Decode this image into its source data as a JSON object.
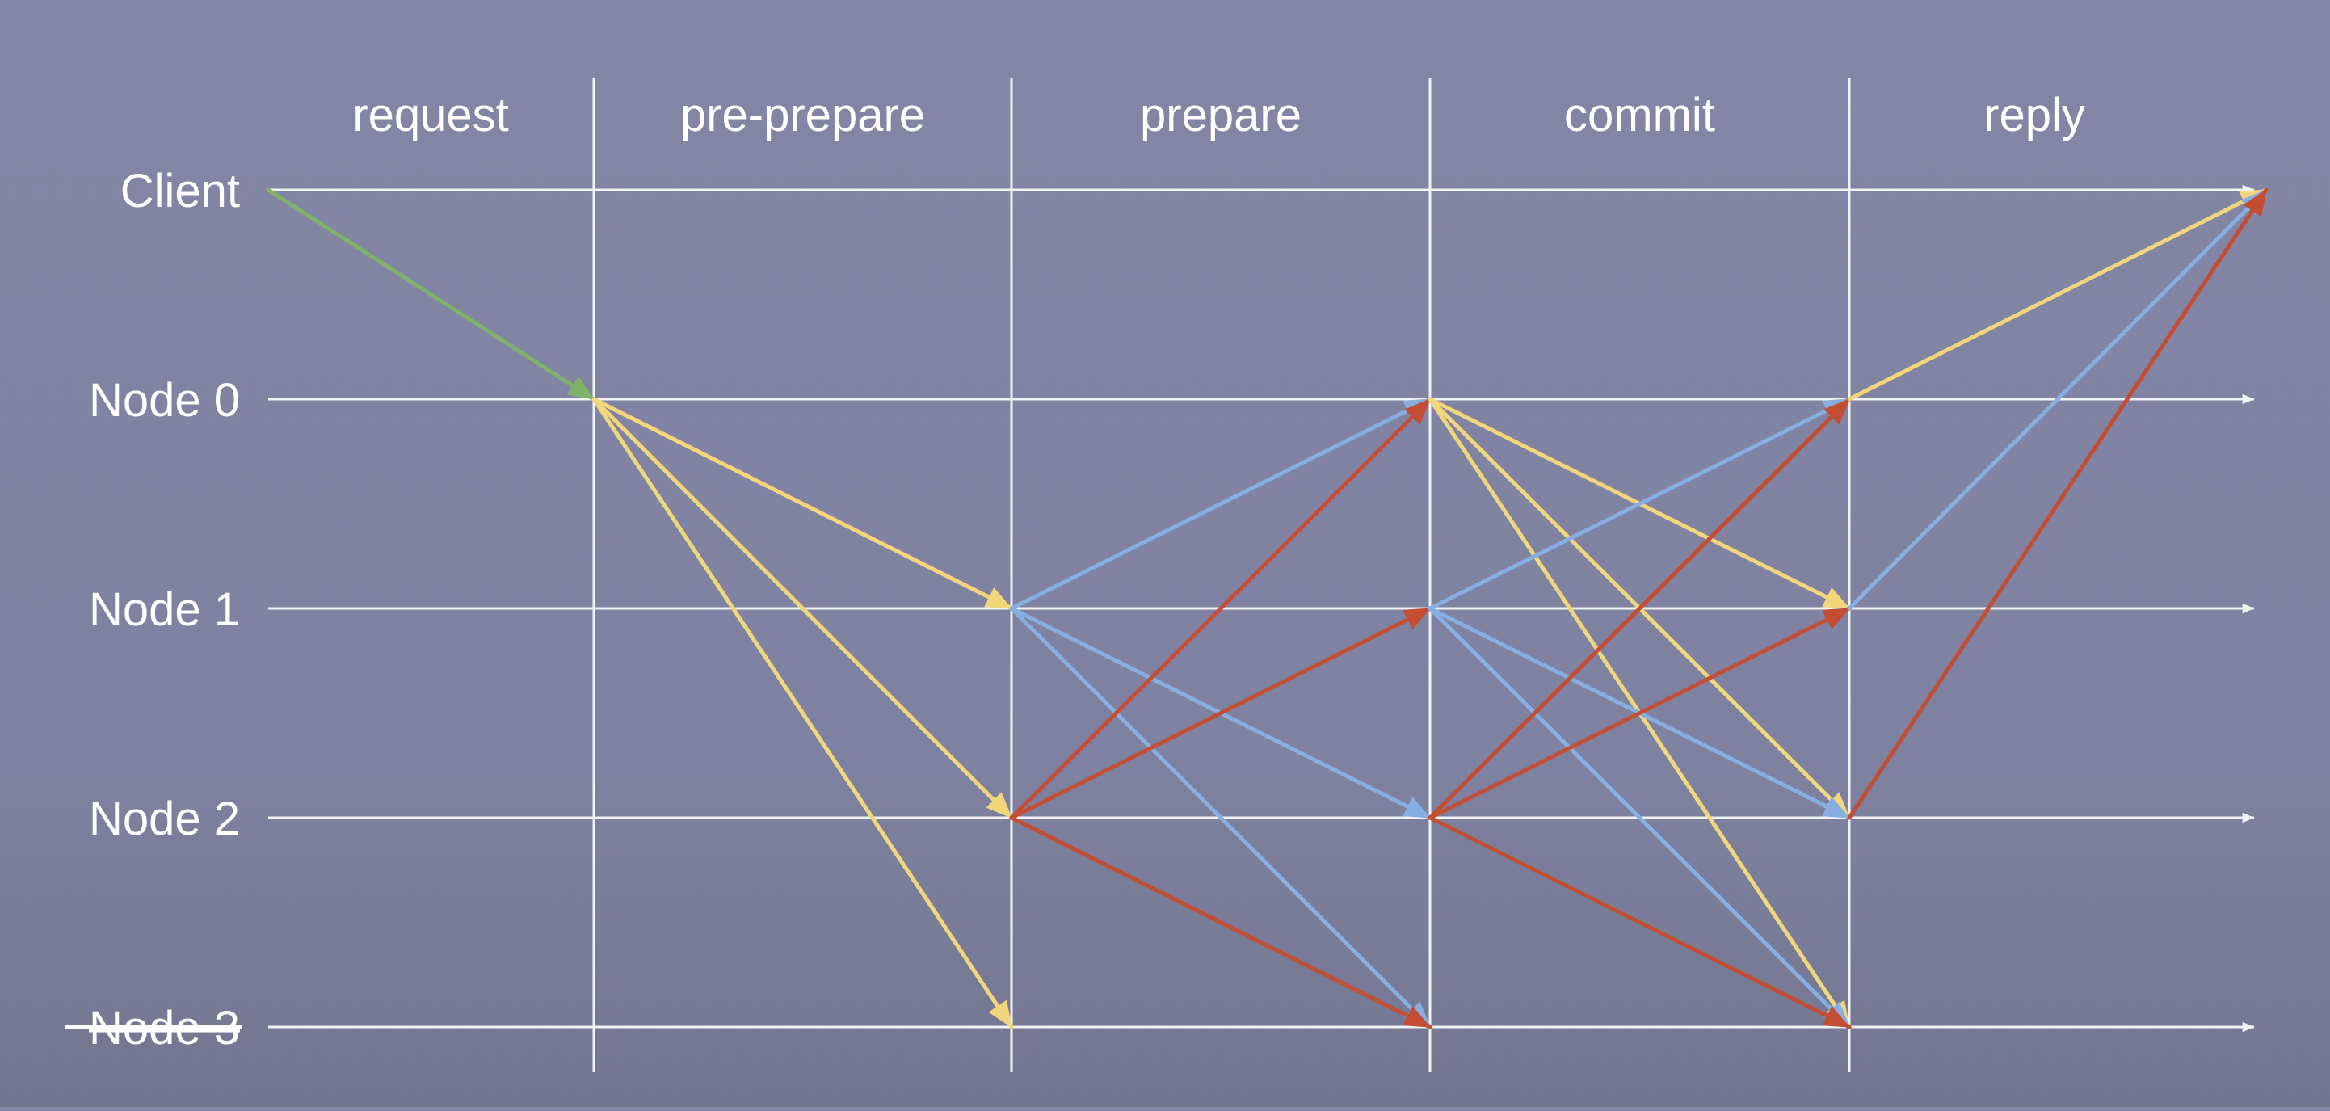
{
  "phases": [
    {
      "id": "request",
      "label": "request"
    },
    {
      "id": "pre-prepare",
      "label": "pre-prepare"
    },
    {
      "id": "prepare",
      "label": "prepare"
    },
    {
      "id": "commit",
      "label": "commit"
    },
    {
      "id": "reply",
      "label": "reply"
    }
  ],
  "participants": [
    {
      "id": "client",
      "label": "Client",
      "faulty": false
    },
    {
      "id": "node-0",
      "label": "Node 0",
      "faulty": false
    },
    {
      "id": "node-1",
      "label": "Node 1",
      "faulty": false
    },
    {
      "id": "node-2",
      "label": "Node 2",
      "faulty": false
    },
    {
      "id": "node-3",
      "label": "Node 3",
      "faulty": true
    }
  ],
  "colors": {
    "request": "#7fb16a",
    "node0": "#f2d67c",
    "node1": "#86aee0",
    "node2": "#c34e33",
    "grid": "#f1f2f6"
  },
  "messages": [
    {
      "from": "client",
      "to": "node-0",
      "phase": 0,
      "color": "request"
    },
    {
      "from": "node-0",
      "to": "node-1",
      "phase": 1,
      "color": "node0"
    },
    {
      "from": "node-0",
      "to": "node-2",
      "phase": 1,
      "color": "node0"
    },
    {
      "from": "node-0",
      "to": "node-3",
      "phase": 1,
      "color": "node0"
    },
    {
      "from": "node-1",
      "to": "node-0",
      "phase": 2,
      "color": "node1"
    },
    {
      "from": "node-1",
      "to": "node-2",
      "phase": 2,
      "color": "node1"
    },
    {
      "from": "node-1",
      "to": "node-3",
      "phase": 2,
      "color": "node1"
    },
    {
      "from": "node-2",
      "to": "node-0",
      "phase": 2,
      "color": "node2"
    },
    {
      "from": "node-2",
      "to": "node-1",
      "phase": 2,
      "color": "node2"
    },
    {
      "from": "node-2",
      "to": "node-3",
      "phase": 2,
      "color": "node2"
    },
    {
      "from": "node-0",
      "to": "node-1",
      "phase": 3,
      "color": "node0"
    },
    {
      "from": "node-0",
      "to": "node-2",
      "phase": 3,
      "color": "node0"
    },
    {
      "from": "node-0",
      "to": "node-3",
      "phase": 3,
      "color": "node0"
    },
    {
      "from": "node-1",
      "to": "node-0",
      "phase": 3,
      "color": "node1"
    },
    {
      "from": "node-1",
      "to": "node-2",
      "phase": 3,
      "color": "node1"
    },
    {
      "from": "node-1",
      "to": "node-3",
      "phase": 3,
      "color": "node1"
    },
    {
      "from": "node-2",
      "to": "node-0",
      "phase": 3,
      "color": "node2"
    },
    {
      "from": "node-2",
      "to": "node-1",
      "phase": 3,
      "color": "node2"
    },
    {
      "from": "node-2",
      "to": "node-3",
      "phase": 3,
      "color": "node2"
    },
    {
      "from": "node-0",
      "to": "client",
      "phase": 4,
      "color": "node0"
    },
    {
      "from": "node-1",
      "to": "client",
      "phase": 4,
      "color": "node1"
    },
    {
      "from": "node-2",
      "to": "client",
      "phase": 4,
      "color": "node2"
    }
  ]
}
